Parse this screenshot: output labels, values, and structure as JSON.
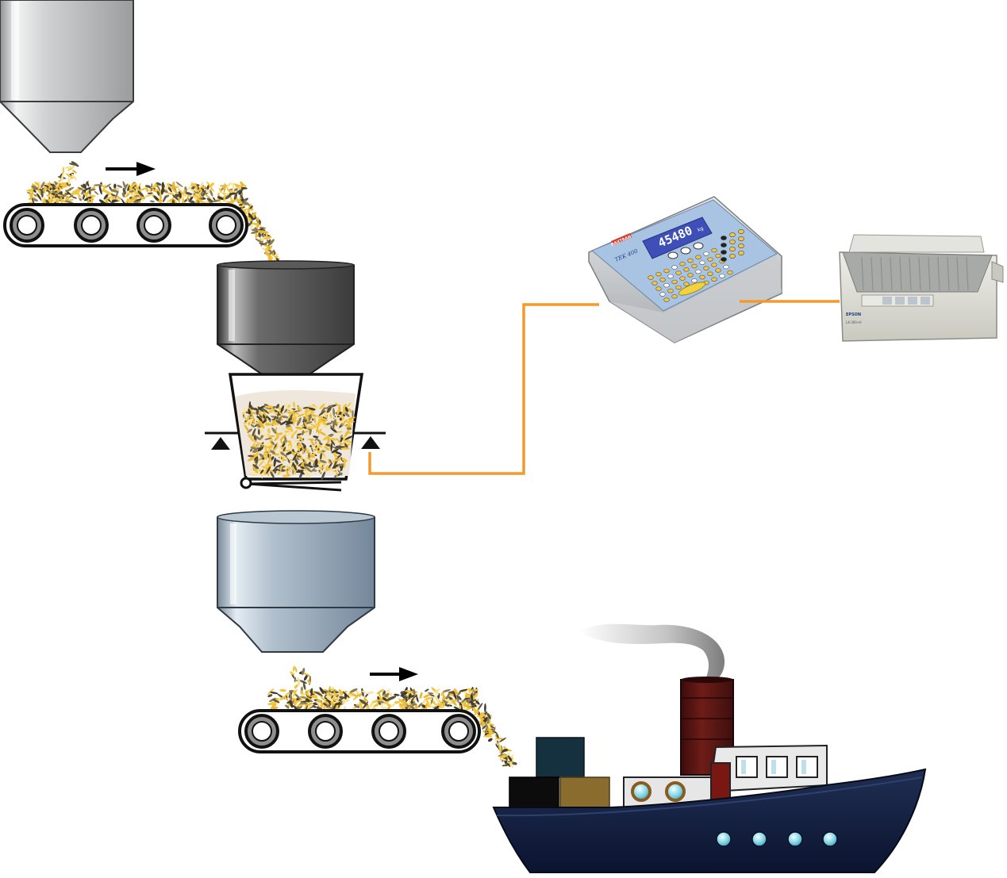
{
  "diagram": {
    "type": "bulk-weighing-process-flow",
    "stages": [
      "supply-silo",
      "infeed-conveyor",
      "feed-hopper",
      "weigh-bucket",
      "discharge-silo",
      "outfeed-conveyor",
      "cargo-ship"
    ],
    "devices": [
      "weight-indicator",
      "dot-matrix-printer"
    ],
    "connections": [
      {
        "from": "weigh-bucket",
        "to": "weight-indicator"
      },
      {
        "from": "weight-indicator",
        "to": "dot-matrix-printer"
      }
    ]
  },
  "indicator": {
    "brand": "BAXTRAN",
    "model": "TEK 400",
    "reading": "45480",
    "unit": "kg"
  },
  "printer": {
    "brand": "EPSON",
    "model": "LX-300+II"
  },
  "colors": {
    "cable": "#f39a2e",
    "grain_yellow": "#f2c53d",
    "grain_dark": "#5b5340",
    "hull": "#14213d",
    "funnel": "#5a1512",
    "indicator_face": "#a9c4e3"
  }
}
